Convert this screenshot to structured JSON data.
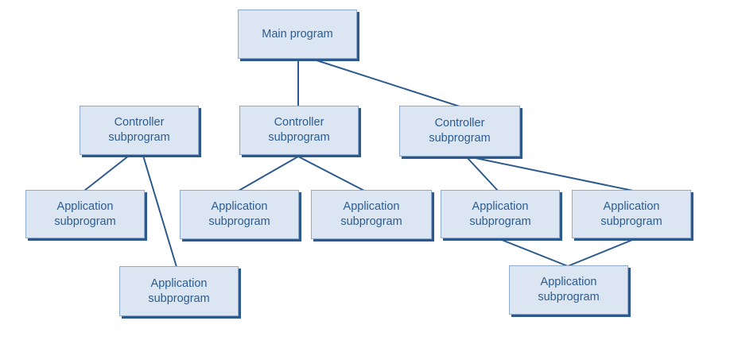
{
  "diagram": {
    "nodes": [
      {
        "id": "main",
        "label": "Main program"
      },
      {
        "id": "controller-1",
        "label": "Controller\nsubprogram"
      },
      {
        "id": "controller-2",
        "label": "Controller\nsubprogram"
      },
      {
        "id": "controller-3",
        "label": "Controller\nsubprogram"
      },
      {
        "id": "app-1",
        "label": "Application\nsubprogram"
      },
      {
        "id": "app-2",
        "label": "Application\nsubprogram"
      },
      {
        "id": "app-3",
        "label": "Application\nsubprogram"
      },
      {
        "id": "app-4",
        "label": "Application\nsubprogram"
      },
      {
        "id": "app-5",
        "label": "Application\nsubprogram"
      },
      {
        "id": "app-6",
        "label": "Application\nsubprogram"
      },
      {
        "id": "app-7",
        "label": "Application\nsubprogram"
      }
    ],
    "edges": [
      {
        "from": "main",
        "to": "controller-2"
      },
      {
        "from": "main",
        "to": "controller-3"
      },
      {
        "from": "controller-1",
        "to": "app-1"
      },
      {
        "from": "controller-1",
        "to": "app-2"
      },
      {
        "from": "controller-2",
        "to": "app-3"
      },
      {
        "from": "controller-2",
        "to": "app-4"
      },
      {
        "from": "controller-3",
        "to": "app-5"
      },
      {
        "from": "controller-3",
        "to": "app-6"
      },
      {
        "from": "app-5",
        "to": "app-7"
      },
      {
        "from": "app-6",
        "to": "app-7"
      }
    ],
    "colors": {
      "box_fill": "#dce6f2",
      "box_shadow": "#2d5a8e",
      "text": "#2b5c91",
      "connector": "#2d5a8e"
    }
  }
}
